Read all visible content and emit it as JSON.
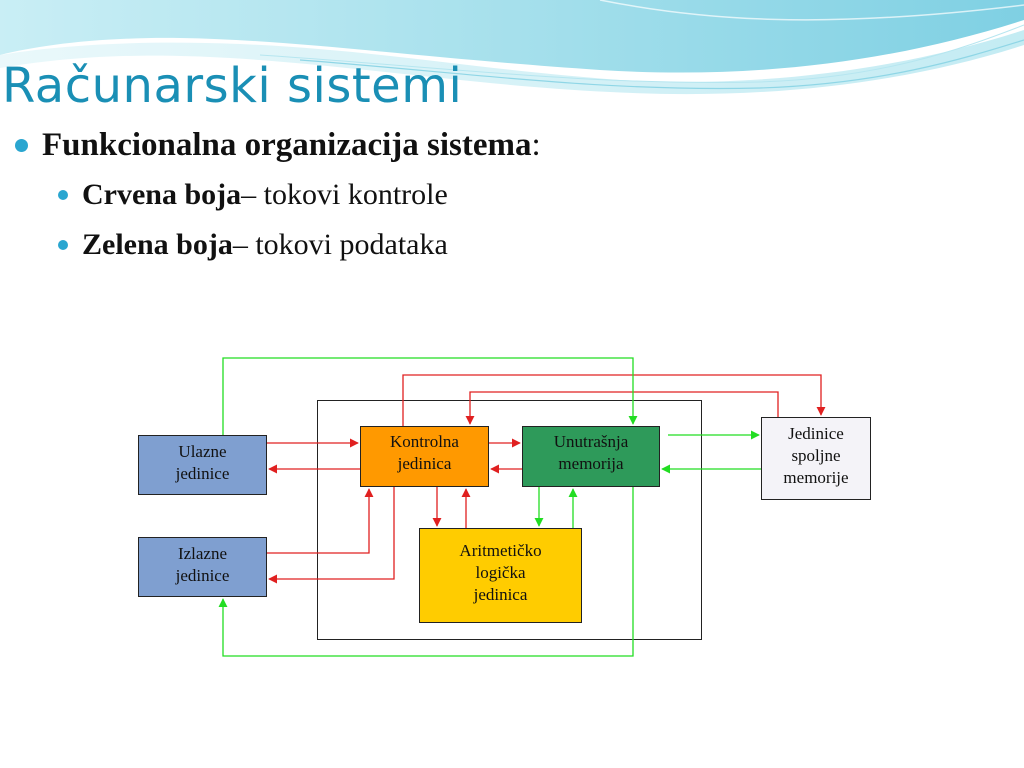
{
  "slide": {
    "title": "Računarski sistemi"
  },
  "bullets": {
    "main_bold": "Funkcionalna organizacija sistema",
    "main_rest": ":",
    "sub1_bold": "Crvena boja",
    "sub1_rest": " – tokovi kontrole",
    "sub2_bold": "Zelena boja",
    "sub2_rest": " – tokovi podataka"
  },
  "diagram": {
    "ulazne": [
      "Ulazne",
      "jedinice"
    ],
    "izlazne": [
      "Izlazne",
      "jedinice"
    ],
    "kontrolna": [
      "Kontrolna",
      "jedinica"
    ],
    "unutrasnja": [
      "Unutrašnja",
      "memorija"
    ],
    "alu": [
      "Aritmetičko",
      "logička",
      "jedinica"
    ],
    "spoljne": [
      "Jedinice",
      "spoljne",
      "memorije"
    ]
  },
  "colors": {
    "accent": "#1a8fb5",
    "control_flow": "#e02020",
    "data_flow": "#22dd22",
    "input_output_units": "#7f9fd0",
    "control_unit": "#ff9900",
    "internal_memory": "#2e9a5a",
    "alu": "#ffcc00"
  }
}
